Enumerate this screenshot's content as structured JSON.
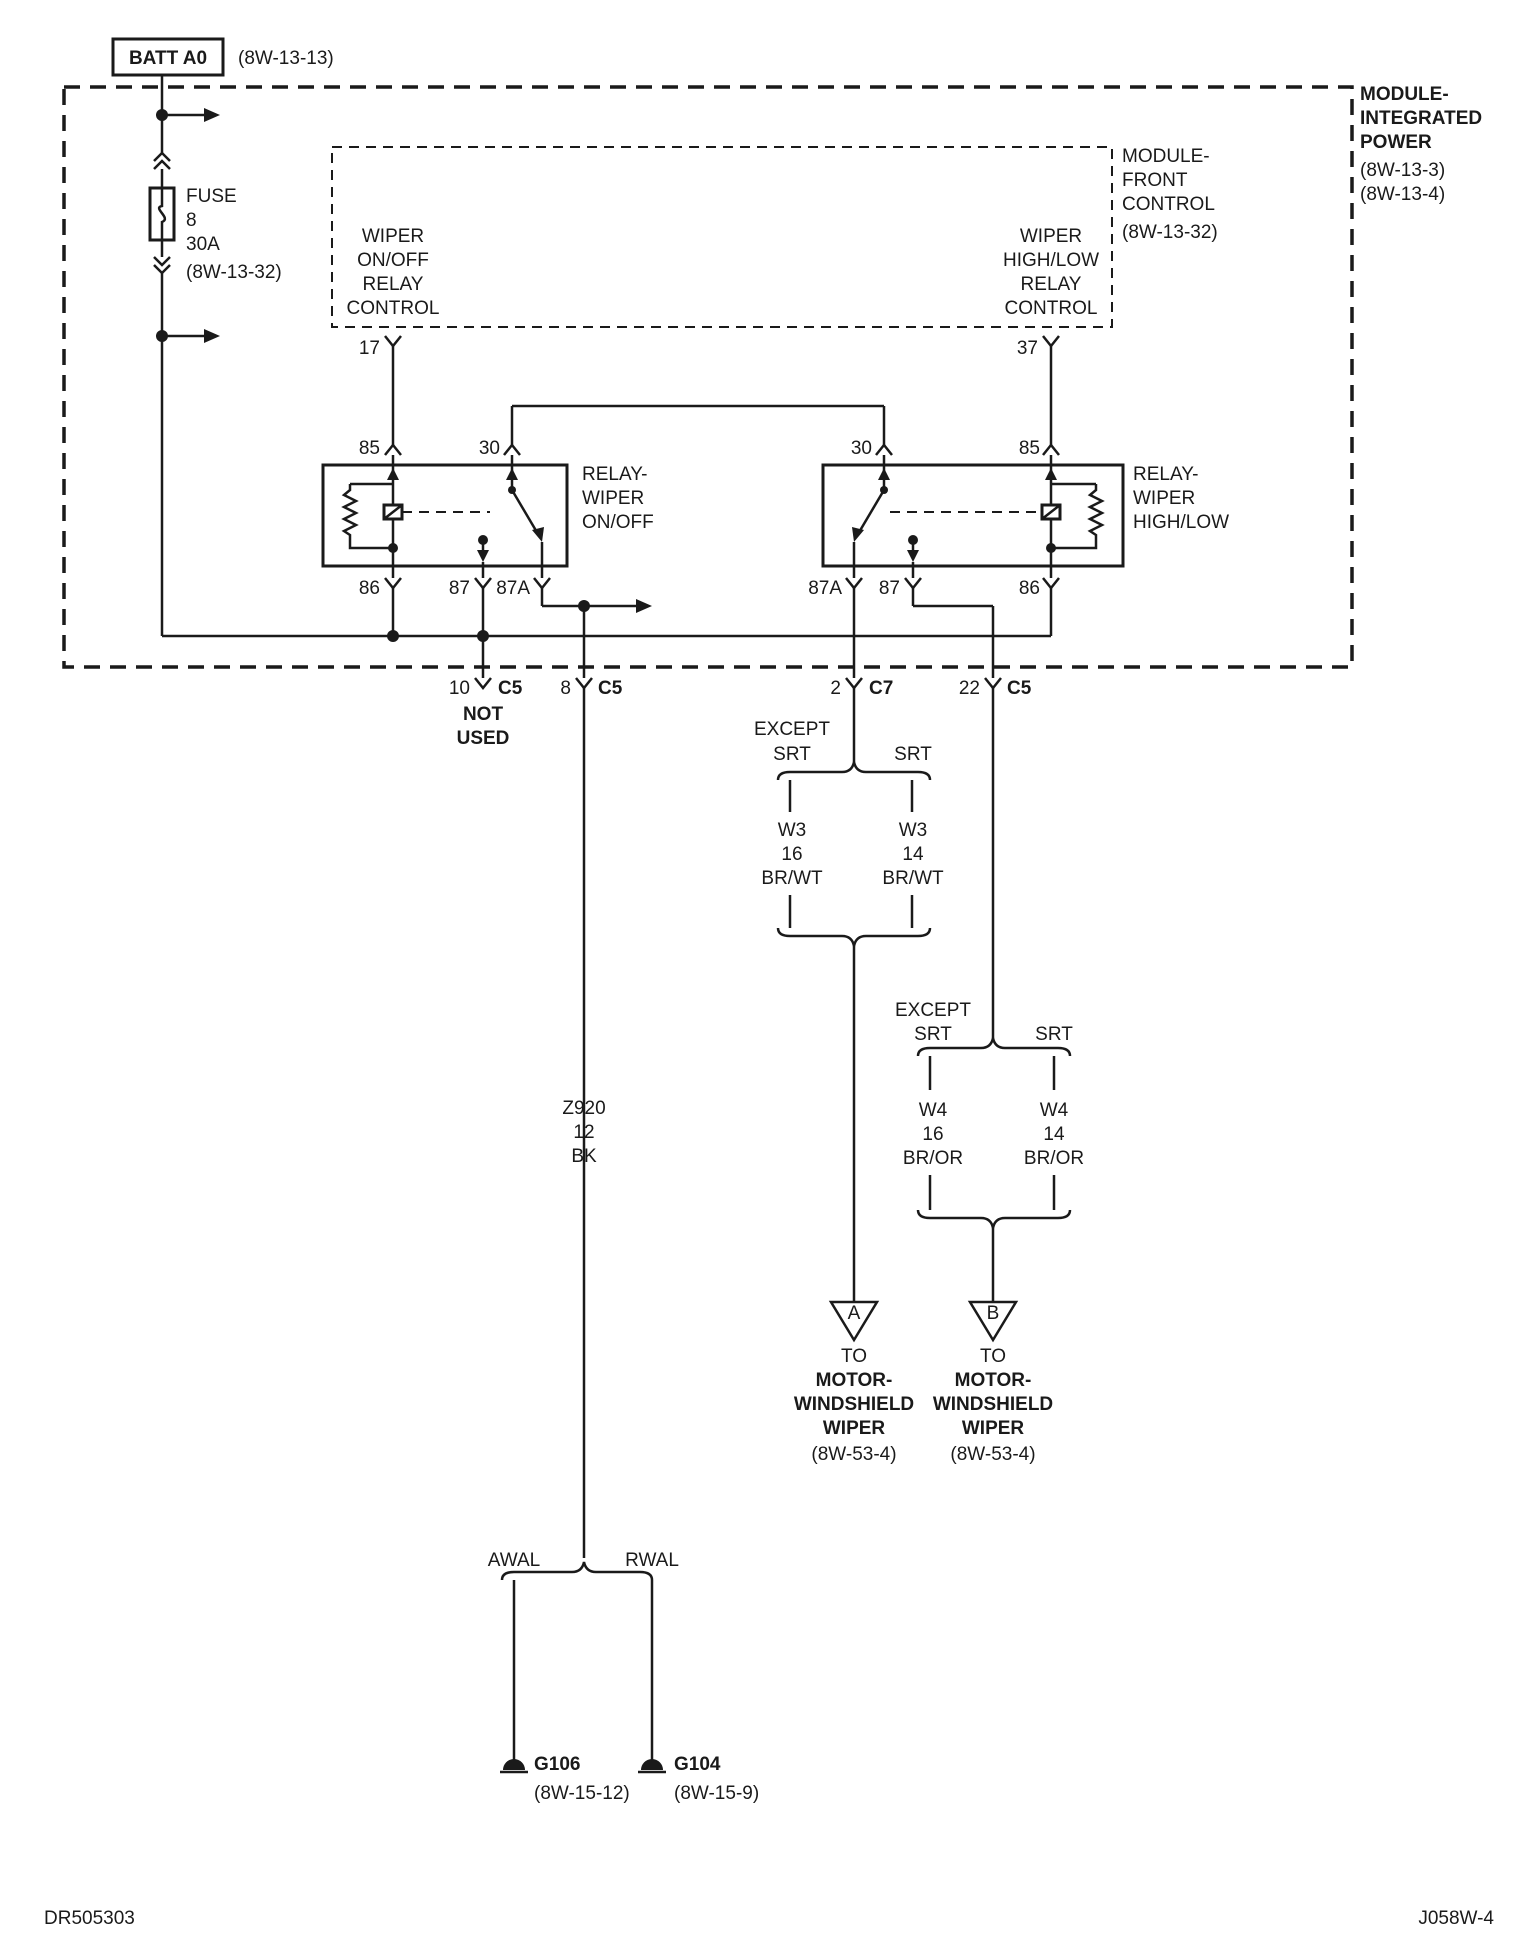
{
  "batt": {
    "label": "BATT A0",
    "ref": "(8W-13-13)"
  },
  "module_ip": {
    "line1": "MODULE-",
    "line2": "INTEGRATED",
    "line3": "POWER",
    "ref1": "(8W-13-3)",
    "ref2": "(8W-13-4)"
  },
  "module_fc": {
    "line1": "MODULE-",
    "line2": "FRONT",
    "line3": "CONTROL",
    "ref": "(8W-13-32)"
  },
  "fuse": {
    "line1": "FUSE",
    "line2": "8",
    "line3": "30A",
    "ref": "(8W-13-32)"
  },
  "ctrl_onoff": {
    "line1": "WIPER",
    "line2": "ON/OFF",
    "line3": "RELAY",
    "line4": "CONTROL"
  },
  "ctrl_hilo": {
    "line1": "WIPER",
    "line2": "HIGH/LOW",
    "line3": "RELAY",
    "line4": "CONTROL"
  },
  "pins": {
    "p17": "17",
    "p37": "37",
    "l85": "85",
    "l30": "30",
    "r30": "30",
    "r85": "85",
    "l86": "86",
    "l87": "87",
    "l87a": "87A",
    "r87a": "87A",
    "r87": "87",
    "r86": "86"
  },
  "relay_onoff": {
    "line1": "RELAY-",
    "line2": "WIPER",
    "line3": "ON/OFF"
  },
  "relay_hilo": {
    "line1": "RELAY-",
    "line2": "WIPER",
    "line3": "HIGH/LOW"
  },
  "conn": {
    "c10_pin": "10",
    "c10_name": "C5",
    "c8_pin": "8",
    "c8_name": "C5",
    "c2_pin": "2",
    "c2_name": "C7",
    "c22_pin": "22",
    "c22_name": "C5"
  },
  "not_used": {
    "line1": "NOT",
    "line2": "USED"
  },
  "split_w3": {
    "except": "EXCEPT",
    "srt_l": "SRT",
    "srt_r": "SRT"
  },
  "split_w4": {
    "except": "EXCEPT",
    "srt_l": "SRT",
    "srt_r": "SRT"
  },
  "wire_w3_16": {
    "circuit": "W3",
    "gauge": "16",
    "color": "BR/WT"
  },
  "wire_w3_14": {
    "circuit": "W3",
    "gauge": "14",
    "color": "BR/WT"
  },
  "wire_w4_16": {
    "circuit": "W4",
    "gauge": "16",
    "color": "BR/OR"
  },
  "wire_w4_14": {
    "circuit": "W4",
    "gauge": "14",
    "color": "BR/OR"
  },
  "wire_z920": {
    "circuit": "Z920",
    "gauge": "12",
    "color": "BK"
  },
  "dest_a": {
    "letter": "A",
    "line1": "TO",
    "line2": "MOTOR-",
    "line3": "WINDSHIELD",
    "line4": "WIPER",
    "ref": "(8W-53-4)"
  },
  "dest_b": {
    "letter": "B",
    "line1": "TO",
    "line2": "MOTOR-",
    "line3": "WINDSHIELD",
    "line4": "WIPER",
    "ref": "(8W-53-4)"
  },
  "split_gnd": {
    "left": "AWAL",
    "right": "RWAL"
  },
  "ground_g106": {
    "name": "G106",
    "ref": "(8W-15-12)"
  },
  "ground_g104": {
    "name": "G104",
    "ref": "(8W-15-9)"
  },
  "footer": {
    "left": "DR505303",
    "right": "J058W-4"
  }
}
